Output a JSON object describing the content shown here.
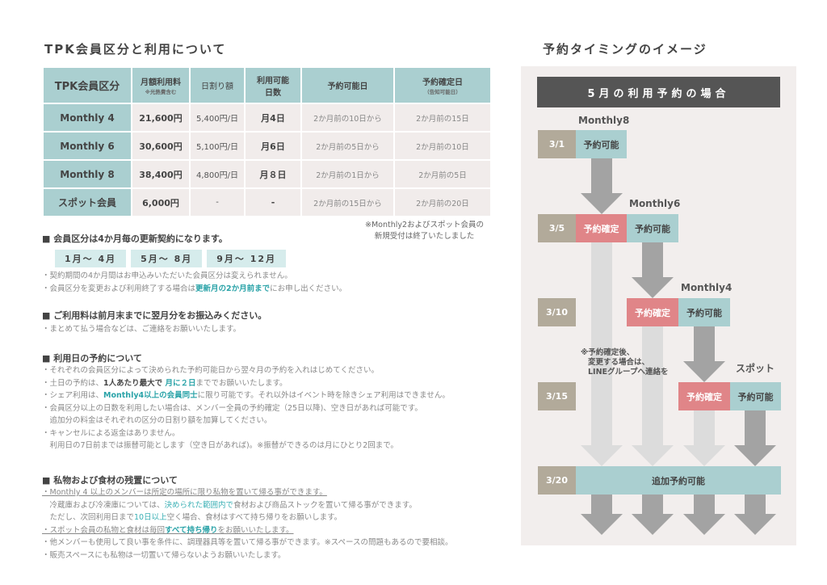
{
  "left_title": "TPK会員区分と利用について",
  "right_title": "予約タイミングのイメージ",
  "table": {
    "headers": [
      {
        "main": "TPK会員区分"
      },
      {
        "main": "月額利用料",
        "sub": "※光熱費含む"
      },
      {
        "main": "日割り額"
      },
      {
        "main": "利用可能",
        "main2": "日数"
      },
      {
        "main": "予約可能日"
      },
      {
        "main": "予約確定日",
        "sub": "（告知可能日）"
      }
    ],
    "rows": [
      [
        "Monthly 4",
        "21,600円",
        "5,400円/日",
        "月4日",
        "2か月前の10日から",
        "2か月前の15日"
      ],
      [
        "Monthly 6",
        "30,600円",
        "5,100円/日",
        "月6日",
        "2か月前の5日から",
        "2か月前の10日"
      ],
      [
        "Monthly 8",
        "38,400円",
        "4,800円/日",
        "月８日",
        "2か月前の1日から",
        "2か月前の5日"
      ],
      [
        "スポット会員",
        "6,000円",
        "-",
        "-",
        "2か月前の15日から",
        "2か月前の20日"
      ]
    ]
  },
  "notice": [
    "※Monthly2およびスポット会員の",
    "新規受付は終了いたしました"
  ],
  "sec1": {
    "heading": "■ 会員区分は4か月毎の更新契約になります。",
    "periods": [
      "1月～ 4月",
      "5月～ 8月",
      "9月～ 12月"
    ],
    "l1": "・契約期間の4か月間はお申込みいただいた会員区分は変えられません。",
    "l2a": "・会員区分を変更および利用終了する場合は",
    "l2b": "更新月の2か月前まで",
    "l2c": "にお申し出ください。"
  },
  "sec2": {
    "heading": "■ ご利用料は前月末までに翌月分をお振込みください。",
    "l1": "・まとめて払う場合などは、ご連絡をお願いいたします。"
  },
  "sec3": {
    "heading": "■ 利用日の予約について",
    "l1": "・それぞれの会員区分によって決められた予約可能日から翌々月の予約を入れはじめてください。",
    "l2a": "・土日の予約は、",
    "l2b": "1人あたり最大で",
    "l2c": " 月に２日",
    "l2d": "まででお願いいたします。",
    "l3a": "・シェア利用は、",
    "l3b": "Monthly4以上の会員同士",
    "l3c": "に限り可能です。それ以外はイベント時を除きシェア利用はできません。",
    "l4": "・会員区分以上の日数を利用したい場合は、メンバー全員の予約確定（25日以降)、空き日があれば可能です。",
    "l5": "　追加分の料金はそれぞれの区分の日割り額を加算してください。",
    "l6": "・キャンセルによる返金はありません。",
    "l7": "　利用日の7日前までは振替可能とします（空き日があれば)。※振替ができるのは月にひとり2回まで。"
  },
  "sec4": {
    "heading": "■ 私物および食材の残置について",
    "l1": "・Monthly 4 以上のメンバーは所定の場所に限り私物を置いて帰る事ができます。",
    "l2a": "　冷蔵庫および冷凍庫については、",
    "l2b": "決められた範囲内で",
    "l2c": "食材および商品ストックを置いて帰る事ができます。",
    "l3a": "　ただし、次回利用日まで",
    "l3b": "10日以上",
    "l3c": "空く場合、食材はすべて持ち帰りをお願いします。",
    "l4a": "・スポット会員の私物と食材は毎回",
    "l4b": "すべて持ち帰り",
    "l4c": "をお願いいたします。",
    "l5": "・他メンバーも使用して良い事を条件に、調理器具等を置いて帰る事ができます。※スペースの問題もあるので要相談。",
    "l6": "・販売スペースにも私物は一切置いて帰らないようお願いいたします。"
  },
  "timeline": {
    "banner": "5月の利用予約の場合",
    "plans": [
      "Monthly8",
      "Monthly6",
      "Monthly4",
      "スポット"
    ],
    "dates": [
      "3/1",
      "3/5",
      "3/10",
      "3/15",
      "3/20"
    ],
    "available": "予約可能",
    "confirmed": "予約確定",
    "extra": "追加予約可能",
    "note": [
      "※予約確定後、",
      "変更する場合は、",
      "LINEグループへ連絡を"
    ]
  },
  "colors": {
    "teal": "#aacfd0",
    "red": "#e08588",
    "tan": "#b2aa9a",
    "dark": "#555555",
    "arrow_dark": "#a3a3a3",
    "arrow_light": "#dcdcdc",
    "highlight": "#2aa3a8"
  }
}
